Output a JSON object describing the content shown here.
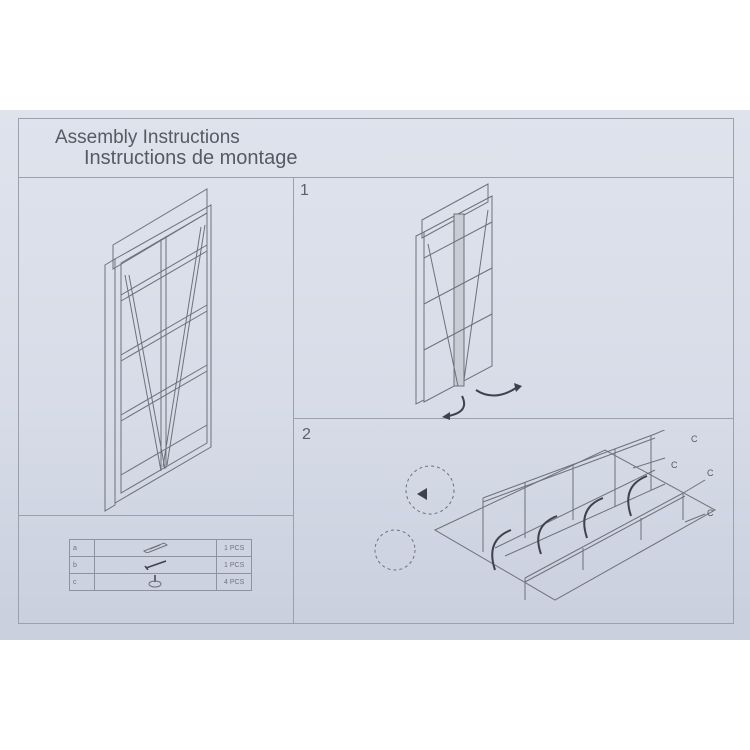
{
  "document": {
    "title_en": "Assembly Instructions",
    "title_fr": "Instructions de montage"
  },
  "overview": {
    "illustration": "folded-rack-front-view"
  },
  "parts": [
    {
      "letter": "a",
      "icon": "anchor-plug-icon",
      "qty": "1 PCS"
    },
    {
      "letter": "b",
      "icon": "screw-icon",
      "qty": "1 PCS"
    },
    {
      "letter": "c",
      "icon": "foot-pad-icon",
      "qty": "4 PCS"
    }
  ],
  "steps": [
    {
      "number": "1",
      "illustration": "unfold-rack-rotate-arrows"
    },
    {
      "number": "2",
      "illustration": "open-shelves-attach-feet",
      "labels": [
        "C",
        "C",
        "C",
        "C"
      ]
    }
  ],
  "colors": {
    "paper": "#d9deea",
    "line": "#9aa0ac",
    "text": "#555a63"
  }
}
